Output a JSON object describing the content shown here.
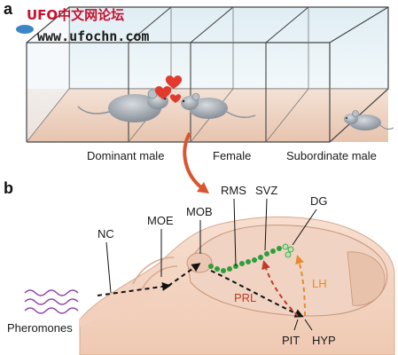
{
  "watermark": {
    "line1": "UFO中文网论坛",
    "line2": "www.ufochn.com"
  },
  "panel_a": {
    "letter": "a",
    "labels": {
      "dominant": "Dominant male",
      "female": "Female",
      "subordinate": "Subordinate male"
    }
  },
  "panel_b": {
    "letter": "b",
    "labels": {
      "nc": "NC",
      "moe": "MOE",
      "mob": "MOB",
      "rms": "RMS",
      "svz": "SVZ",
      "dg": "DG",
      "prl": "PRL",
      "lh": "LH",
      "pheromones": "Pheromones",
      "pit": "PIT",
      "hyp": "HYP"
    }
  },
  "colors": {
    "prl": "#c0392b",
    "lh": "#e8892b",
    "migration": "#2e9e3c",
    "arrow_red": "#d9552e"
  },
  "icons": [
    "heart-icon",
    "mouse-icon",
    "cage-icon",
    "curved-arrow-icon"
  ]
}
